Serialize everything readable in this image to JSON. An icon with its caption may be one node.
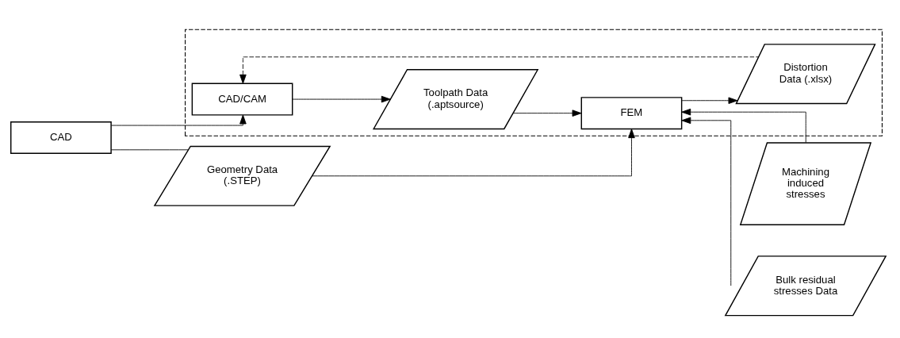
{
  "diagram": {
    "nodes": [
      {
        "text": [
          "CAD"
        ]
      },
      {
        "text": [
          "Geometry Data (.STEP)"
        ]
      },
      {
        "text": [],
        "shape": "box"
      },
      {
        "text": [
          "Toolpath Data (.aptsource)"
        ],
        "in": 2
      },
      {
        "text": [
          "CAD/CAM"
        ],
        "in": 2
      },
      {
        "text": [
          "FEM"
        ],
        "in": 2
      },
      {
        "text": [
          "Distortion Data (.xlsx)"
        ],
        "in": 2
      },
      {
        "text": [
          "Machining induced stresses"
        ]
      },
      {
        "text": [
          "Bulk residual stresses Data"
        ]
      }
    ],
    "edges": [
      {
        "from": 0,
        "to": 1,
        "arrow": "none"
      },
      {
        "from": 1,
        "to": 5,
        "arrow": "to"
      },
      {
        "from": 0,
        "to": 4,
        "arrow": "to"
      },
      {
        "from": 4,
        "to": 3,
        "arrow": "to"
      },
      {
        "from": 3,
        "to": 5,
        "arrow": "to"
      },
      {
        "from": 5,
        "to": 6,
        "arrow": "to"
      },
      {
        "from": 6,
        "to": 4,
        "arrow": "to",
        "style": "dashed"
      },
      {
        "from": 7,
        "to": 5,
        "arrow": "to"
      },
      {
        "from": 8,
        "to": 5,
        "arrow": "to"
      }
    ]
  }
}
